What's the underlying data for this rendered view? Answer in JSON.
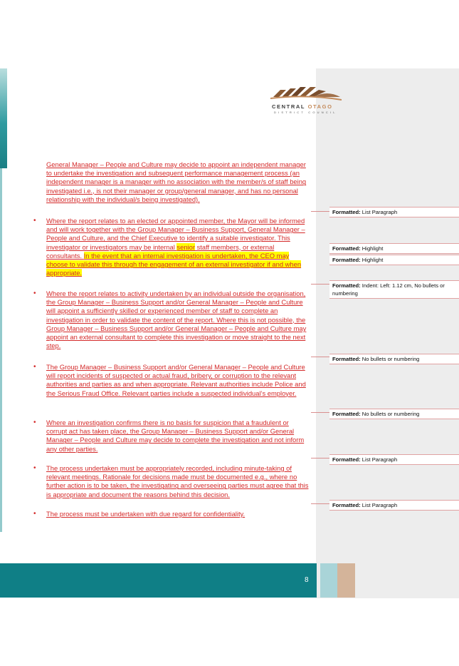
{
  "logo": {
    "word1": "CENTRAL",
    "word2": "OTAGO",
    "sub": "DISTRICT COUNCIL"
  },
  "paragraphs": [
    {
      "id": "p1",
      "text": "General Manager – People and Culture may decide to appoint an independent manager to undertake the investigation and subsequent performance management process (an independent manager is a manager with no association with the member/s of staff being investigated i.e., is not their manager or group/general manager, and has no personal relationship with the individual/s being investigated)."
    },
    {
      "id": "p2a",
      "text": "Where the report relates to an elected or appointed member, the Mayor will be informed and will work together with the Group Manager – Business Support, General Manager – People and Culture, and the Chief Executive to identify a suitable investigator. This investigator or investigators may be internal "
    },
    {
      "id": "p2b",
      "text": "senior"
    },
    {
      "id": "p2c",
      "text": " staff members, or external consultants. "
    },
    {
      "id": "p2d",
      "text": "In the event that an internal investigation is undertaken, the CEO may choose to validate this through the engagement of an external investigator if and when appropriate."
    },
    {
      "id": "p3",
      "text": "Where the report relates to activity undertaken by an individual outside the organisation, the Group Manager – Business Support and/or General Manager – People and Culture will appoint a sufficiently skilled or experienced member of staff to complete an investigation in order to validate the content of the report. Where this is not possible, the Group Manager – Business Support and/or General Manager – People and Culture may appoint an external consultant to complete this investigation or move straight to the next step."
    },
    {
      "id": "p4",
      "text": "The Group Manager – Business Support and/or General Manager – People and Culture will report incidents of suspected or actual fraud, bribery, or corruption to the relevant authorities and parties as and when appropriate. Relevant authorities include Police and the Serious Fraud Office. Relevant parties include a suspected individual’s employer."
    },
    {
      "id": "p5",
      "text": "Where an investigation confirms there is no basis for suspicion that a fraudulent or corrupt act has taken place, the Group Manager – Business Support and/or General Manager – People and Culture may decide to complete the investigation and not inform any other parties."
    },
    {
      "id": "p6",
      "text": "The process undertaken must be appropriately recorded, including minute-taking of relevant meetings. Rationale for decisions made must be documented e.g., where no further action is to be taken, the investigating and overseeing parties must agree that this is appropriate and document the reasons behind this decision."
    },
    {
      "id": "p7",
      "text": "The process must be undertaken with due regard for confidentiality."
    }
  ],
  "bullet_char": "•",
  "comments": [
    {
      "label": "Formatted:",
      "text": "List Paragraph"
    },
    {
      "label": "Formatted:",
      "text": "Highlight"
    },
    {
      "label": "Formatted:",
      "text": "Highlight"
    },
    {
      "label": "Formatted:",
      "text": "Indent: Left:  1.12 cm,  No bullets or numbering"
    },
    {
      "label": "Formatted:",
      "text": " No bullets or numbering"
    },
    {
      "label": "Formatted:",
      "text": " No bullets or numbering"
    },
    {
      "label": "Formatted:",
      "text": "List Paragraph"
    },
    {
      "label": "Formatted:",
      "text": "List Paragraph"
    }
  ],
  "footer": {
    "page_number": "8"
  },
  "colors": {
    "revision": "#d42a2a",
    "highlight": "#ffff00",
    "footer": "#0f7f86"
  }
}
